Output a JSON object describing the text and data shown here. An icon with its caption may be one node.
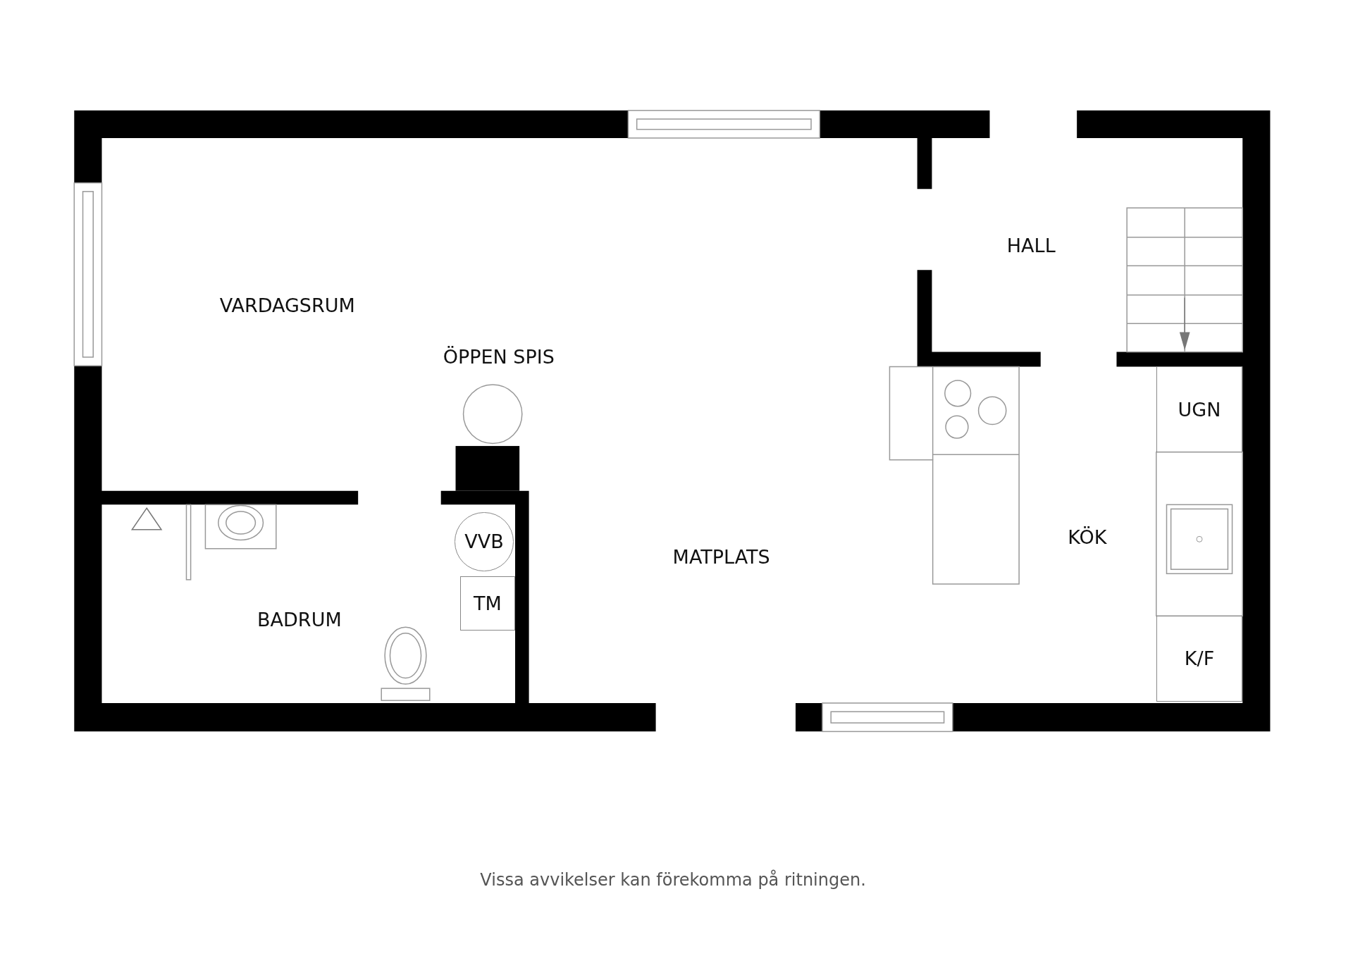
{
  "diagram": {
    "caption": "Vissa avvikelser kan förekomma på ritningen.",
    "nodes": [
      {
        "text": [
          "VVB"
        ]
      },
      {
        "text": [
          "TM"
        ]
      },
      {
        "text": [
          "UGN"
        ]
      },
      {
        "text": [
          "K/F"
        ]
      }
    ],
    "labels": [
      "VARDAGSRUM",
      "HALL",
      "ÖPPEN SPIS",
      "KÖK",
      "MATPLATS",
      "BADRUM"
    ]
  }
}
